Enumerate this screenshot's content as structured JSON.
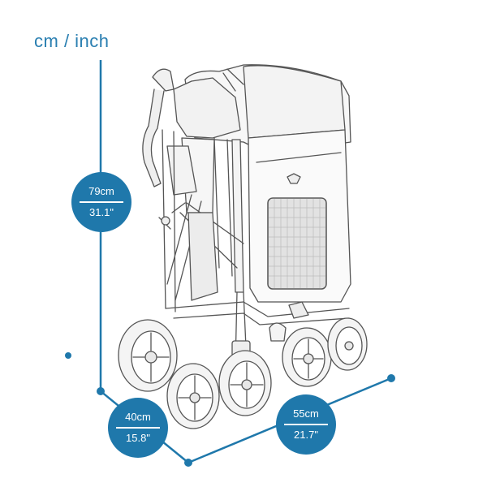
{
  "header": {
    "units_label": "cm / inch"
  },
  "dimensions": {
    "height": {
      "metric": "79cm",
      "imperial": "31.1\""
    },
    "depth": {
      "metric": "40cm",
      "imperial": "15.8\""
    },
    "width": {
      "metric": "55cm",
      "imperial": "21.7\""
    }
  },
  "colors": {
    "accent": "#1f78ab",
    "line_art": "#555555"
  }
}
